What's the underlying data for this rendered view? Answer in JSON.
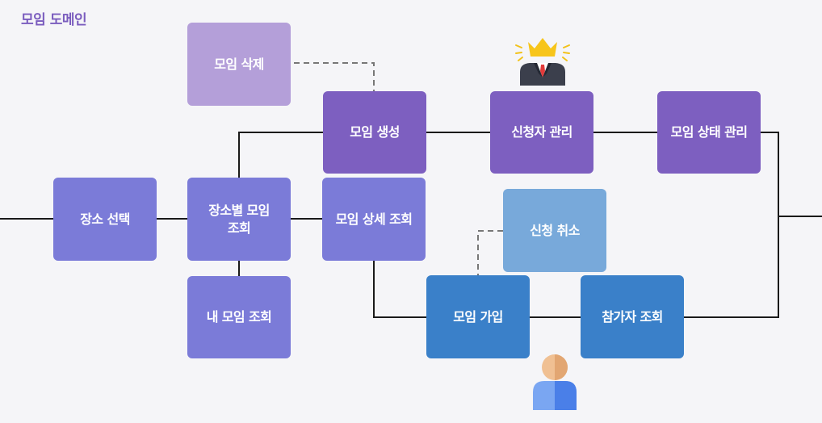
{
  "title": "모임 도메인",
  "nodes": {
    "delete": "모임 삭제",
    "create": "모임 생성",
    "applicant_manage": "신청자 관리",
    "status_manage": "모임 상태 관리",
    "place_select": "장소 선택",
    "place_lookup": "장소별 모임\n조회",
    "detail_lookup": "모임 상세 조회",
    "apply_cancel": "신청 취소",
    "my_lookup": "내 모임 조회",
    "join": "모임 가입",
    "participant_lookup": "참가자 조회"
  },
  "icons": {
    "admin": "admin-crown-icon",
    "user": "user-icon"
  },
  "colors": {
    "title": "#7a5cbe",
    "light_purple": "#b49fd9",
    "purple": "#7d5fc0",
    "violet": "#7b7bd8",
    "sky": "#78a9da",
    "blue": "#3a80c9",
    "line": "#1a1a1a",
    "dashed": "#777777"
  }
}
